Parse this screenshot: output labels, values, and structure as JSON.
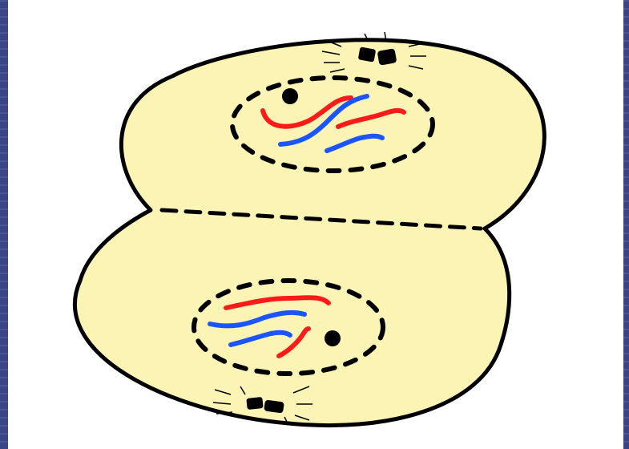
{
  "diagram": {
    "subject": "cell-division-telophase",
    "colors": {
      "slide_background": "#3f4a8c",
      "panel_background": "#ffffff",
      "cell_fill": "#fbf4b4",
      "outline": "#000000",
      "chromosome_red": "#ff1a1a",
      "chromosome_blue": "#1a55ff"
    },
    "cells": [
      {
        "name": "upper-daughter-cell",
        "chromosomes": [
          "red",
          "blue",
          "red",
          "blue"
        ]
      },
      {
        "name": "lower-daughter-cell",
        "chromosomes": [
          "red",
          "blue",
          "blue",
          "red"
        ]
      }
    ]
  }
}
